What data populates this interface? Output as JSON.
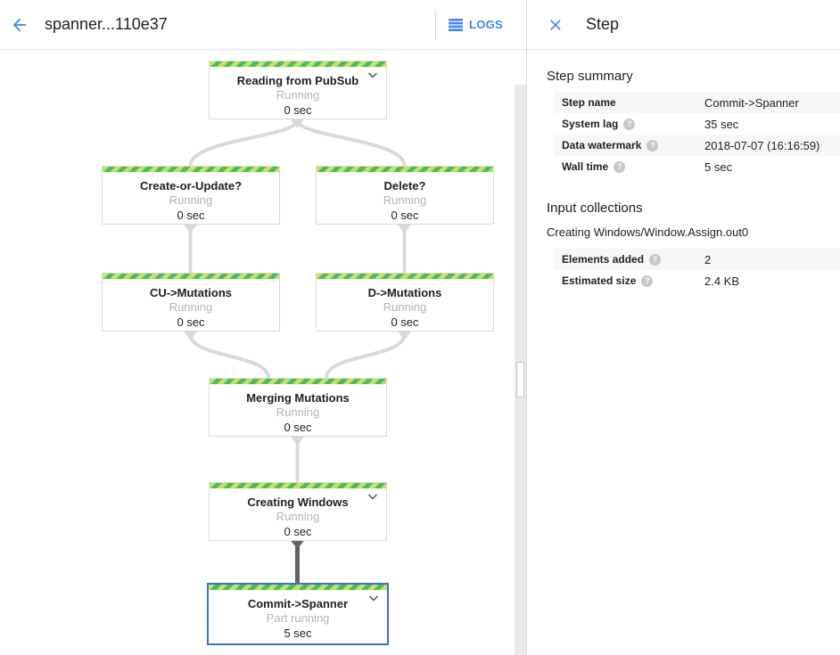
{
  "header": {
    "title": "spanner...110e37",
    "logs_label": "LOGS"
  },
  "panel": {
    "title": "Step",
    "step_summary": {
      "heading": "Step summary",
      "rows": [
        {
          "label": "Step name",
          "value": "Commit->Spanner"
        },
        {
          "label": "System lag",
          "value": "35 sec"
        },
        {
          "label": "Data watermark",
          "value": "2018-07-07 (16:16:59)"
        },
        {
          "label": "Wall time",
          "value": "5 sec"
        }
      ]
    },
    "input_collections": {
      "heading": "Input collections",
      "collection_name": "Creating Windows/Window.Assign.out0",
      "rows": [
        {
          "label": "Elements added",
          "value": "2"
        },
        {
          "label": "Estimated size",
          "value": "2.4 KB"
        }
      ]
    }
  },
  "graph": {
    "nodes": [
      {
        "title": "Reading from PubSub",
        "status": "Running",
        "time": "0 sec"
      },
      {
        "title": "Create-or-Update?",
        "status": "Running",
        "time": "0 sec"
      },
      {
        "title": "Delete?",
        "status": "Running",
        "time": "0 sec"
      },
      {
        "title": "CU->Mutations",
        "status": "Running",
        "time": "0 sec"
      },
      {
        "title": "D->Mutations",
        "status": "Running",
        "time": "0 sec"
      },
      {
        "title": "Merging Mutations",
        "status": "Running",
        "time": "0 sec"
      },
      {
        "title": "Creating Windows",
        "status": "Running",
        "time": "0 sec"
      },
      {
        "title": "Commit->Spanner",
        "status": "Part running",
        "time": "5 sec"
      }
    ]
  },
  "icons": {
    "help_glyph": "?"
  },
  "colors": {
    "accent_blue": "#4285f4",
    "selected_node_border": "#3b6fd6",
    "stripe_light_green": "#c3e45c",
    "stripe_dark_green": "#4cb966",
    "edge_gray": "#d9d9d9",
    "edge_dark": "#616161",
    "row_shade": "#f7f7f7"
  }
}
